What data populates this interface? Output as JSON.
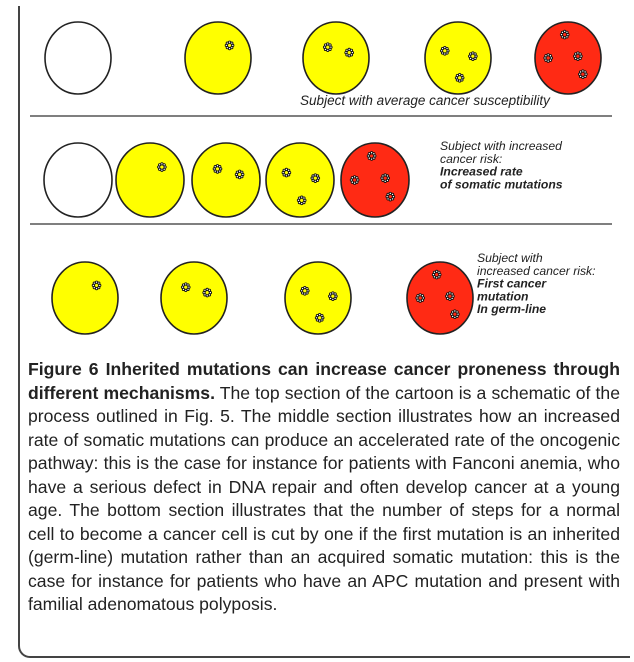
{
  "figure": {
    "sections": [
      {
        "id": "top",
        "cells": [
          {
            "color": "white",
            "mutations": 0
          },
          {
            "color": "yellow",
            "mutations": 1
          },
          {
            "color": "yellow",
            "mutations": 2
          },
          {
            "color": "yellow",
            "mutations": 3
          },
          {
            "color": "red",
            "mutations": 4
          }
        ],
        "label_lines": [
          "Subject with average cancer susceptibility"
        ]
      },
      {
        "id": "middle",
        "cells": [
          {
            "color": "white",
            "mutations": 0
          },
          {
            "color": "yellow",
            "mutations": 1
          },
          {
            "color": "yellow",
            "mutations": 2
          },
          {
            "color": "yellow",
            "mutations": 3
          },
          {
            "color": "red",
            "mutations": 4
          }
        ],
        "label_lines": [
          "Subject with increased",
          "cancer risk:",
          "Increased rate",
          "of somatic mutations"
        ]
      },
      {
        "id": "bottom",
        "cells": [
          {
            "color": "yellow",
            "mutations": 1
          },
          {
            "color": "yellow",
            "mutations": 2
          },
          {
            "color": "yellow",
            "mutations": 3
          },
          {
            "color": "red",
            "mutations": 4
          }
        ],
        "label_lines": [
          "Subject with",
          "increased cancer risk:",
          "First cancer",
          "mutation",
          "In germ-line"
        ]
      }
    ],
    "colors": {
      "white": "#ffffff",
      "yellow": "#ffff00",
      "red": "#ff2a14",
      "outline": "#222222"
    }
  },
  "caption": {
    "title": "Figure 6 Inherited mutations can increase cancer proneness through different mechanisms.",
    "body": " The top section of the cartoon is a schematic of the process outlined in Fig. 5. The middle section illustrates how an increased rate of somatic mutations can produce an accelerated rate of the oncogenic pathway: this is the case for instance for patients with Fanconi anemia, who have a serious defect in DNA repair and often develop cancer at a young age. The bottom section illustrates that the number of steps for a normal cell to become a cancer cell is cut by one if the first mutation is an inherited (germ-line) mutation rather than an acquired somatic mutation: this is the case for instance for patients who have an APC mutation and present with familial adenomatous polyposis."
  }
}
